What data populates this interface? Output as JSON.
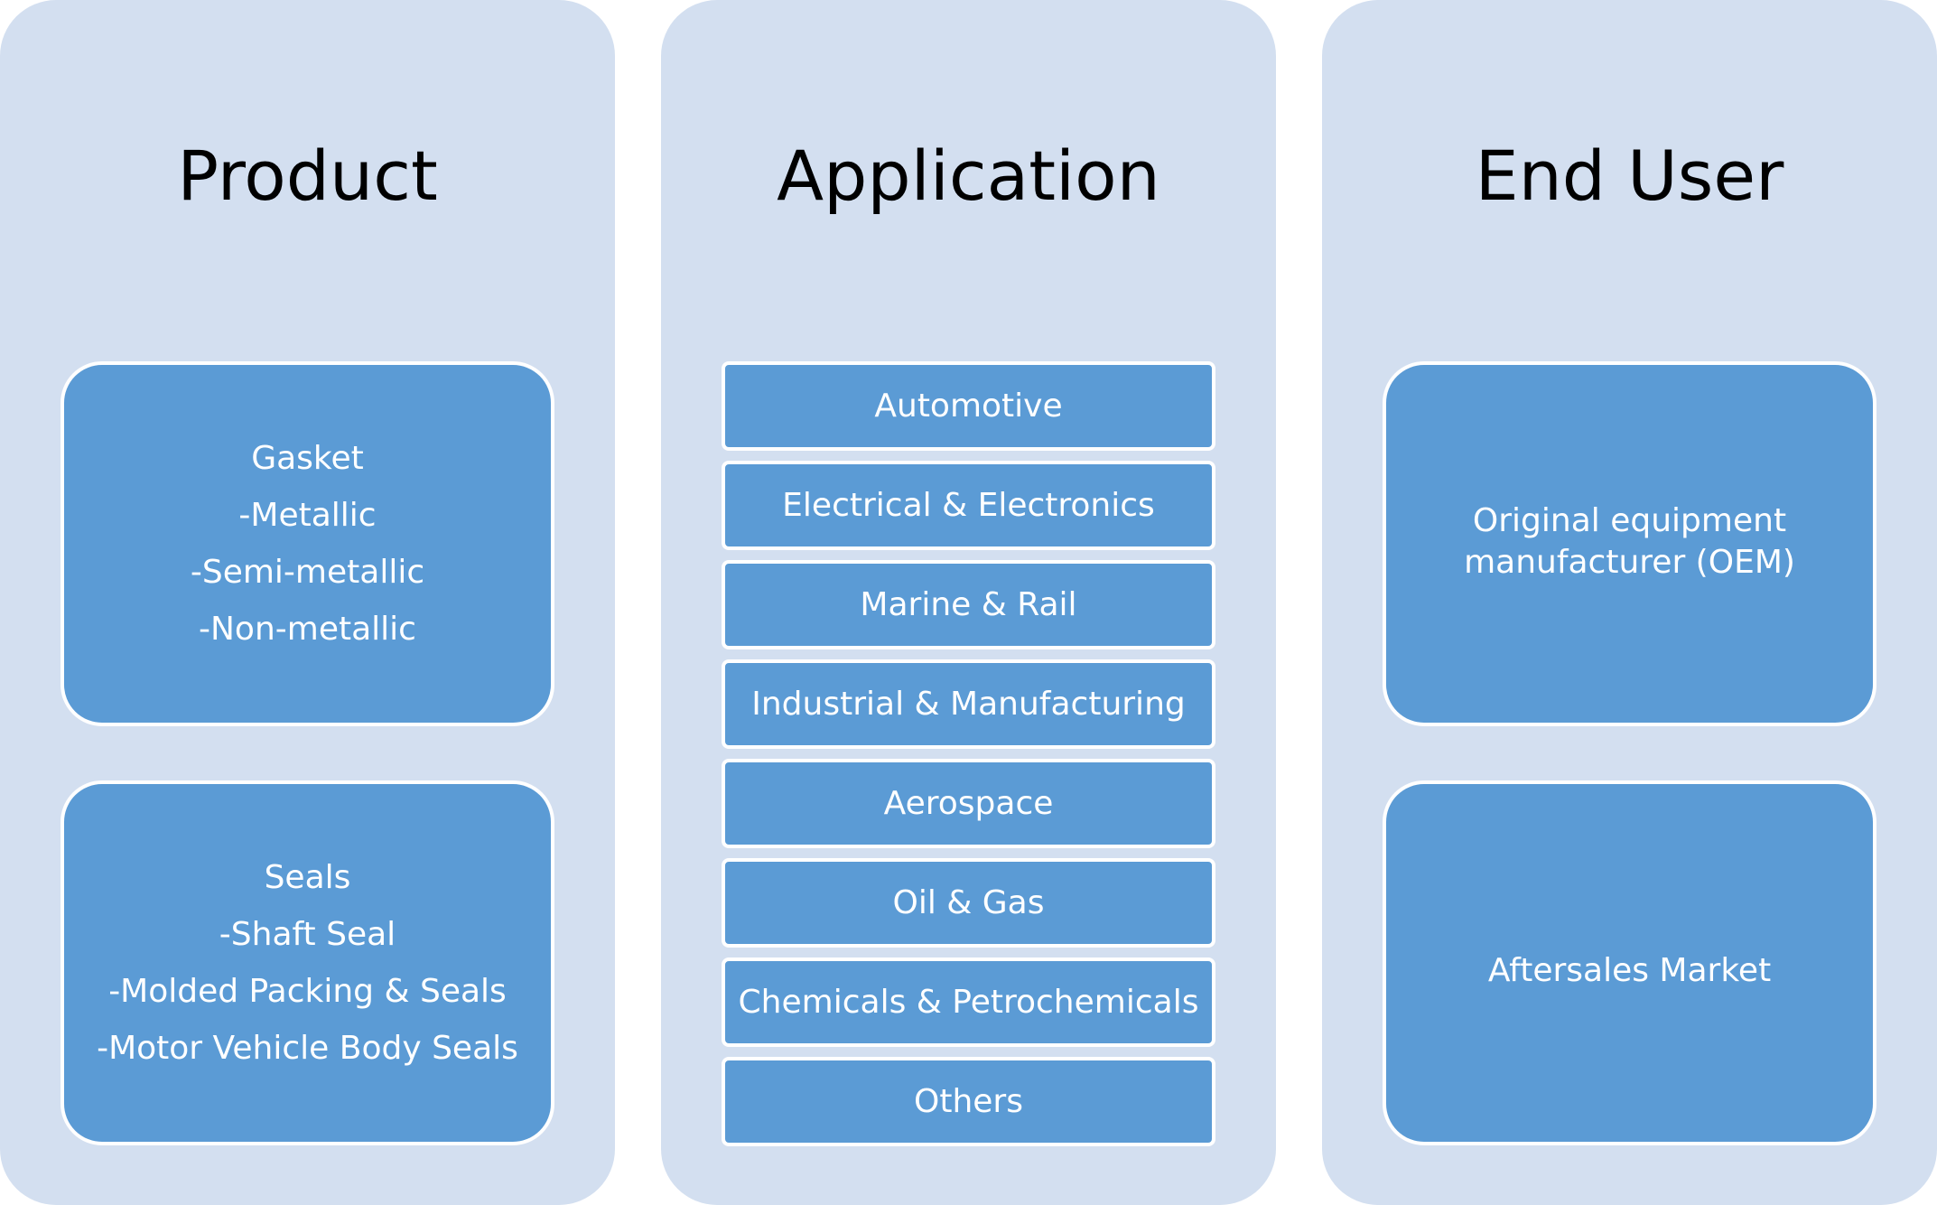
{
  "columns": {
    "product": {
      "title": "Product",
      "boxes": [
        {
          "lines": [
            "Gasket",
            "-Metallic",
            "-Semi-metallic",
            "-Non-metallic"
          ]
        },
        {
          "lines": [
            "Seals",
            "-Shaft Seal",
            "-Molded Packing & Seals",
            "-Motor Vehicle Body Seals"
          ]
        }
      ]
    },
    "application": {
      "title": "Application",
      "items": [
        "Automotive",
        "Electrical & Electronics",
        "Marine & Rail",
        "Industrial & Manufacturing",
        "Aerospace",
        "Oil & Gas",
        "Chemicals & Petrochemicals",
        "Others"
      ]
    },
    "end_user": {
      "title": "End User",
      "boxes": [
        {
          "lines": [
            "Original equipment",
            "manufacturer (OEM)"
          ]
        },
        {
          "lines": [
            "Aftersales Market"
          ]
        }
      ]
    }
  },
  "colors": {
    "panel_background": "#d3dff0",
    "box_fill": "#5b9bd5",
    "box_border": "#ffffff",
    "title_text": "#000000",
    "box_text": "#ffffff"
  }
}
